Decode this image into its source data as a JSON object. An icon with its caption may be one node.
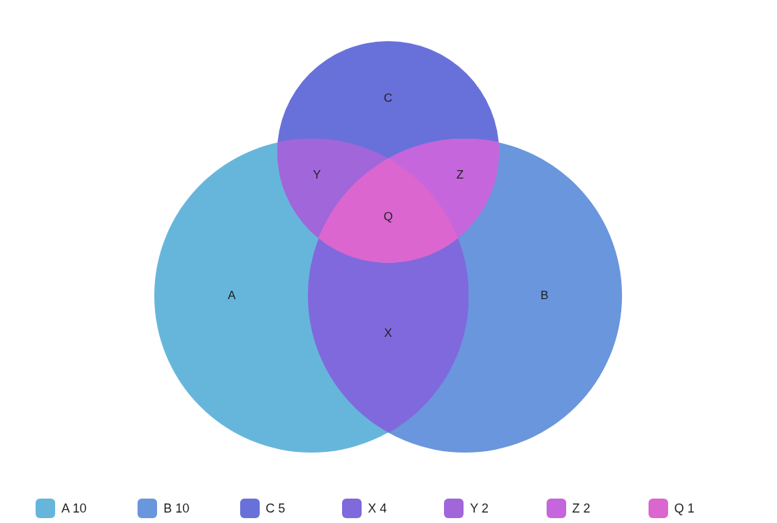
{
  "diagram": {
    "nodes": [
      {
        "text": [
          "A"
        ]
      },
      {
        "text": [
          "B"
        ]
      },
      {
        "text": [
          "C"
        ]
      },
      {
        "text": [
          "X"
        ]
      },
      {
        "text": [
          "Y"
        ]
      },
      {
        "text": [
          "Z"
        ]
      },
      {
        "text": [
          "Q"
        ]
      }
    ],
    "legend": [
      {
        "text": "A 10",
        "color": "#66b6dc"
      },
      {
        "text": "B 10",
        "color": "#6996dd"
      },
      {
        "text": "C 5",
        "color": "#6871da"
      },
      {
        "text": "X 4",
        "color": "#8069dc"
      },
      {
        "text": "Y 2",
        "color": "#a066da"
      },
      {
        "text": "Z 2",
        "color": "#c566dc"
      },
      {
        "text": "Q 1",
        "color": "#db66cf"
      }
    ]
  }
}
